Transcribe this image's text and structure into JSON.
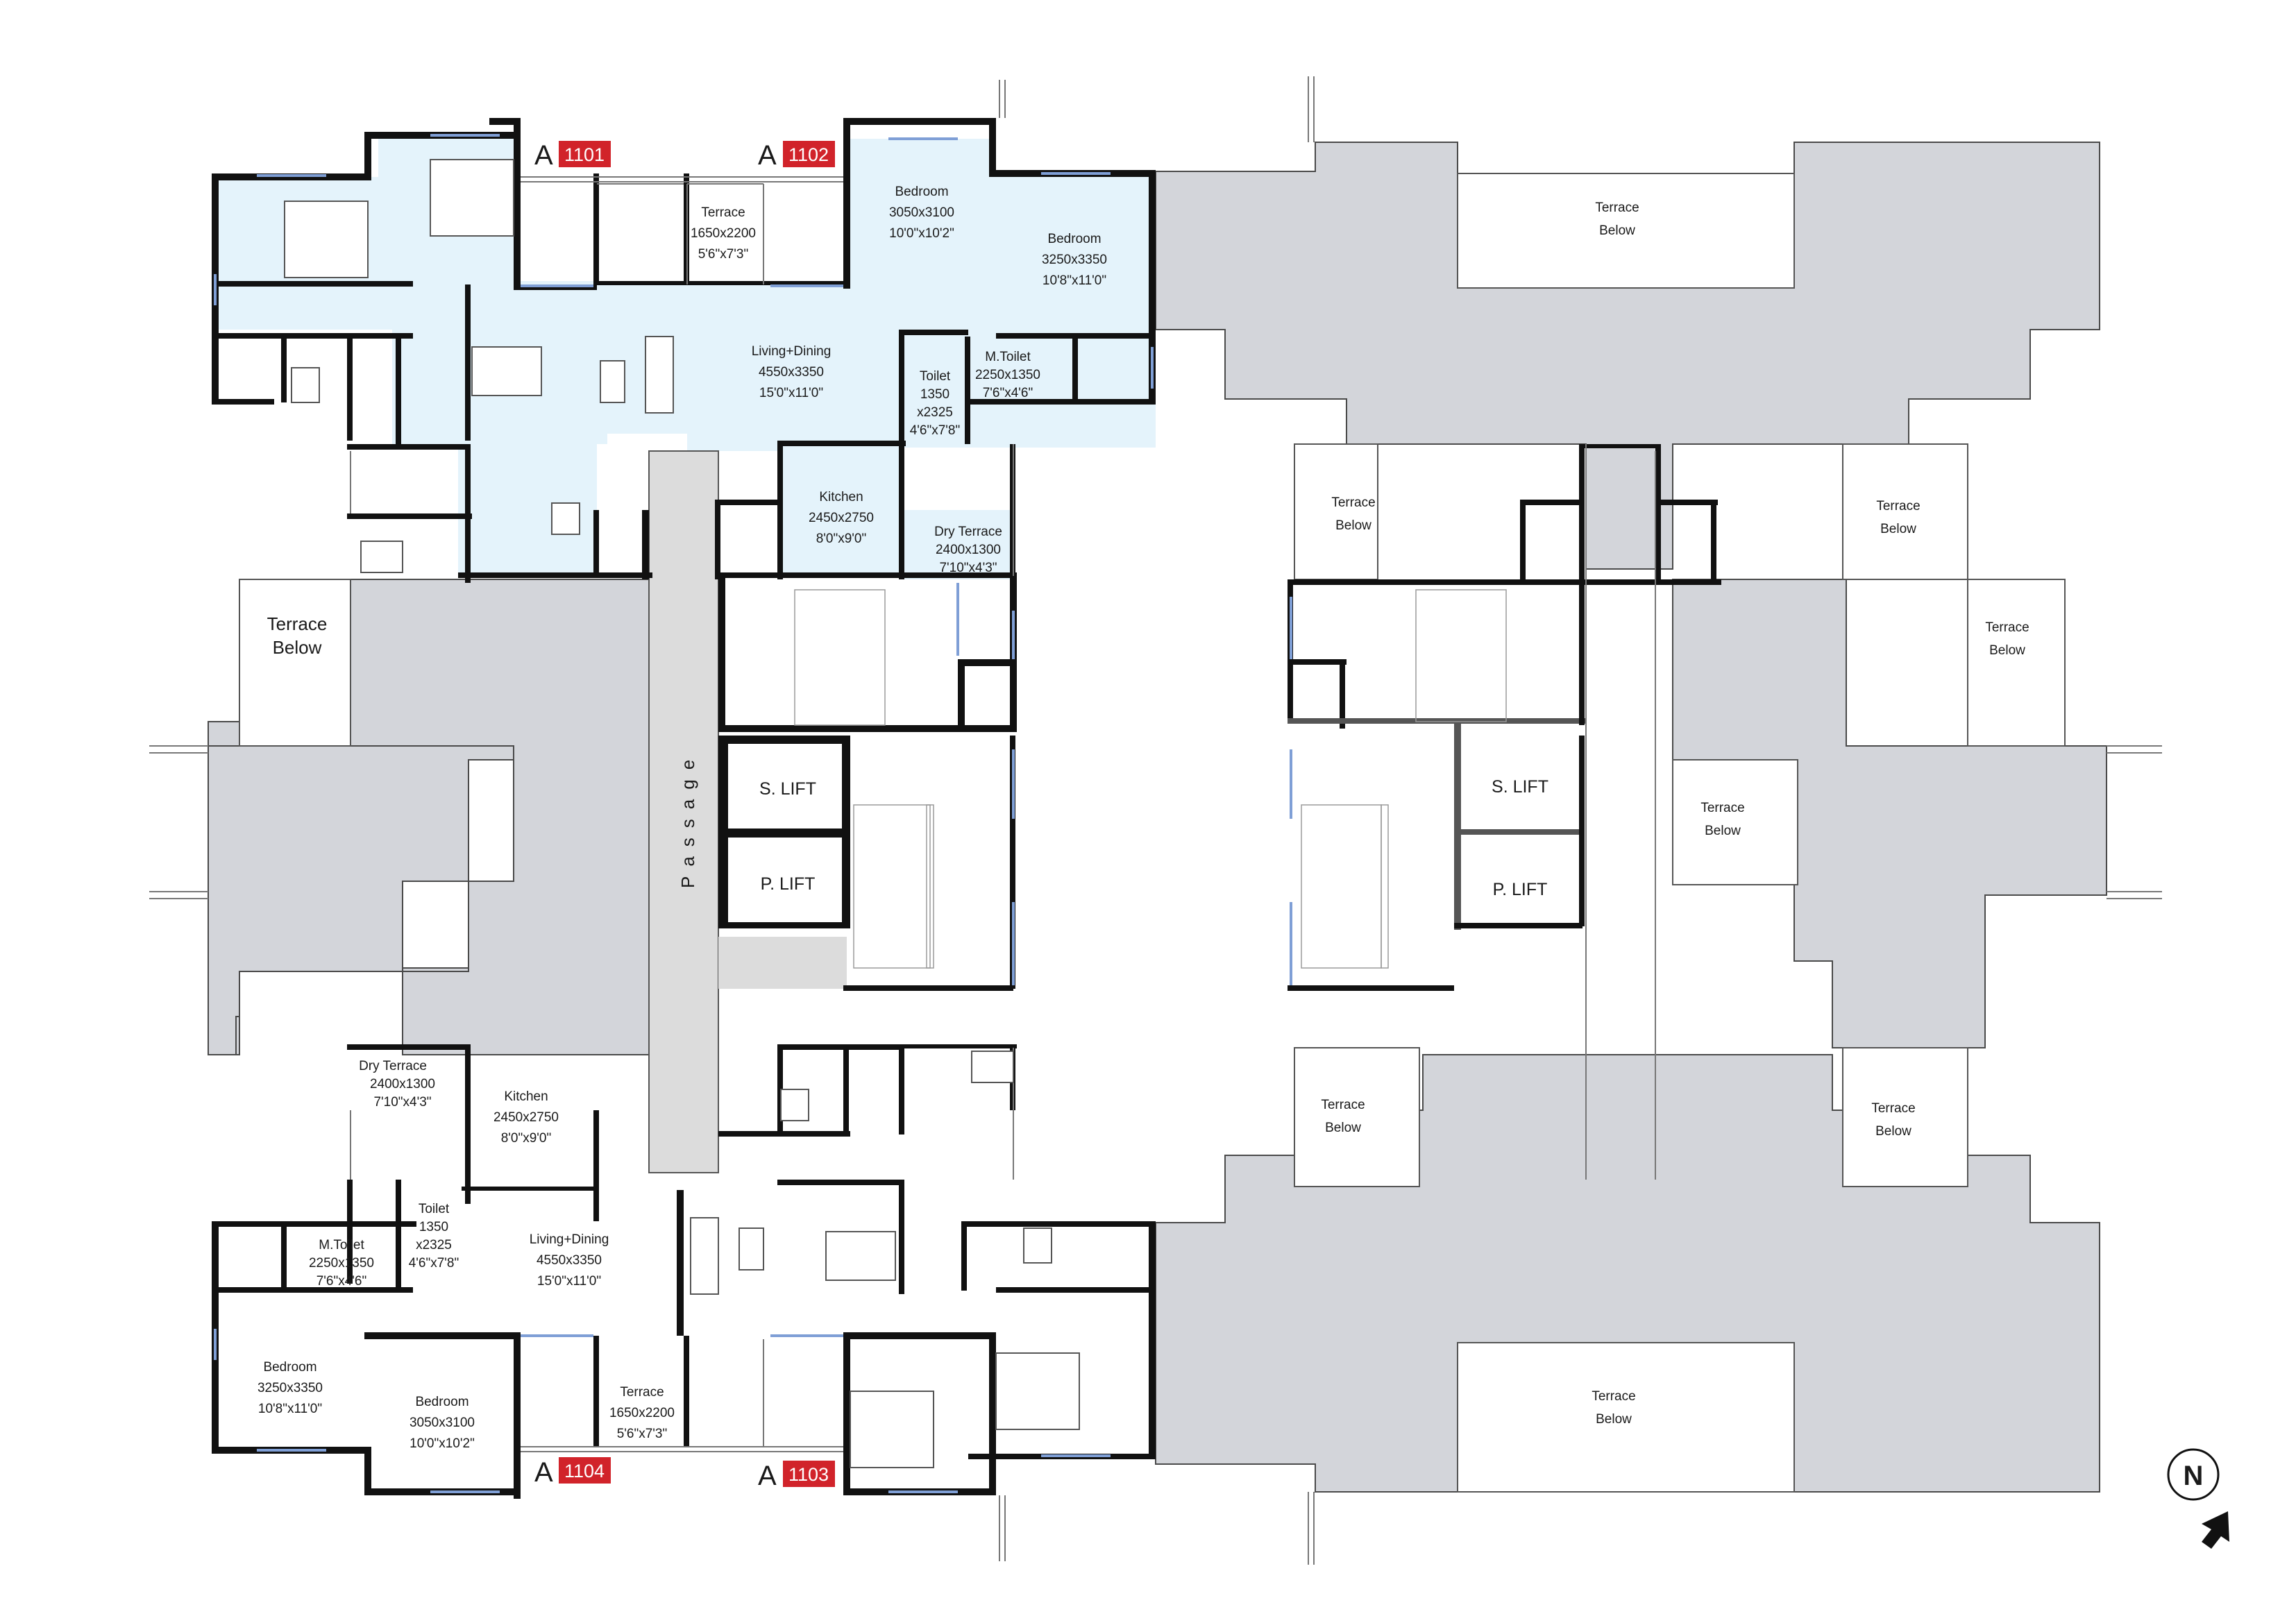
{
  "colors": {
    "wall": "#111111",
    "unit_fill": "#e4f3fb",
    "terrace_grey": "#d3d5da",
    "passage_grey": "#dcdcdc",
    "window_blue": "#7f9fd6",
    "unit_badge": "#d1232a"
  },
  "units": [
    {
      "letter": "A",
      "number": "1101"
    },
    {
      "letter": "A",
      "number": "1102"
    },
    {
      "letter": "A",
      "number": "1104"
    },
    {
      "letter": "A",
      "number": "1103"
    }
  ],
  "rooms_1102": [
    {
      "name": "Terrace",
      "size": "1650x2200",
      "imperial": "5'6\"x7'3\""
    },
    {
      "name": "Bedroom",
      "size": "3050x3100",
      "imperial": "10'0\"x10'2\""
    },
    {
      "name": "Bedroom",
      "size": "3250x3350",
      "imperial": "10'8\"x11'0\""
    },
    {
      "name": "Living+Dining",
      "size": "4550x3350",
      "imperial": "15'0\"x11'0\""
    },
    {
      "name": "Toilet",
      "size": "1350",
      "size2": "x2325",
      "imperial": "4'6\"x7'8\""
    },
    {
      "name": "M.Toilet",
      "size": "2250x1350",
      "imperial": "7'6\"x4'6\""
    },
    {
      "name": "Kitchen",
      "size": "2450x2750",
      "imperial": "8'0\"x9'0\""
    },
    {
      "name": "Dry Terrace",
      "size": "2400x1300",
      "imperial": "7'10\"x4'3\""
    }
  ],
  "rooms_1104": [
    {
      "name": "Dry Terrace",
      "size": "2400x1300",
      "imperial": "7'10\"x4'3\""
    },
    {
      "name": "Kitchen",
      "size": "2450x2750",
      "imperial": "8'0\"x9'0\""
    },
    {
      "name": "Living+Dining",
      "size": "4550x3350",
      "imperial": "15'0\"x11'0\""
    },
    {
      "name": "Toilet",
      "size": "1350",
      "size2": "x2325",
      "imperial": "4'6\"x7'8\""
    },
    {
      "name": "M.Toilet",
      "size": "2250x1350",
      "imperial": "7'6\"x4'6\""
    },
    {
      "name": "Bedroom",
      "size": "3250x3350",
      "imperial": "10'8\"x11'0\""
    },
    {
      "name": "Bedroom",
      "size": "3050x3100",
      "imperial": "10'0\"x10'2\""
    },
    {
      "name": "Terrace",
      "size": "1650x2200",
      "imperial": "5'6\"x7'3\""
    }
  ],
  "terrace_below": {
    "line1": "Terrace",
    "line2": "Below"
  },
  "core": {
    "passage": "Passage",
    "service_lift": "S. LIFT",
    "passenger_lift": "P. LIFT"
  },
  "north": {
    "label": "N",
    "icon": "north-arrow-icon"
  }
}
